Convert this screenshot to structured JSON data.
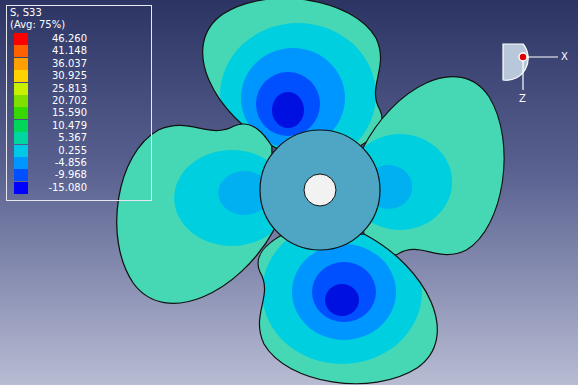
{
  "diagram": {
    "labels": [
      "S, S33",
      "(Avg: 75%)",
      "X",
      "Z"
    ],
    "legend": [
      {
        "text": "46.260",
        "color": "#ff0000"
      },
      {
        "text": "41.148",
        "color": "#ff6000"
      },
      {
        "text": "36.037",
        "color": "#ffa000"
      },
      {
        "text": "30.925",
        "color": "#ffd200"
      },
      {
        "text": "25.813",
        "color": "#c8f000"
      },
      {
        "text": "20.702",
        "color": "#7fe000"
      },
      {
        "text": "15.590",
        "color": "#36d800"
      },
      {
        "text": "10.479",
        "color": "#00d65a"
      },
      {
        "text": "5.367",
        "color": "#00d6a0"
      },
      {
        "text": "0.255",
        "color": "#00c8e6"
      },
      {
        "text": "-4.856",
        "color": "#0096ff"
      },
      {
        "text": "-9.968",
        "color": "#0050ff"
      },
      {
        "text": "-15.080",
        "color": "#0000ff"
      }
    ]
  }
}
